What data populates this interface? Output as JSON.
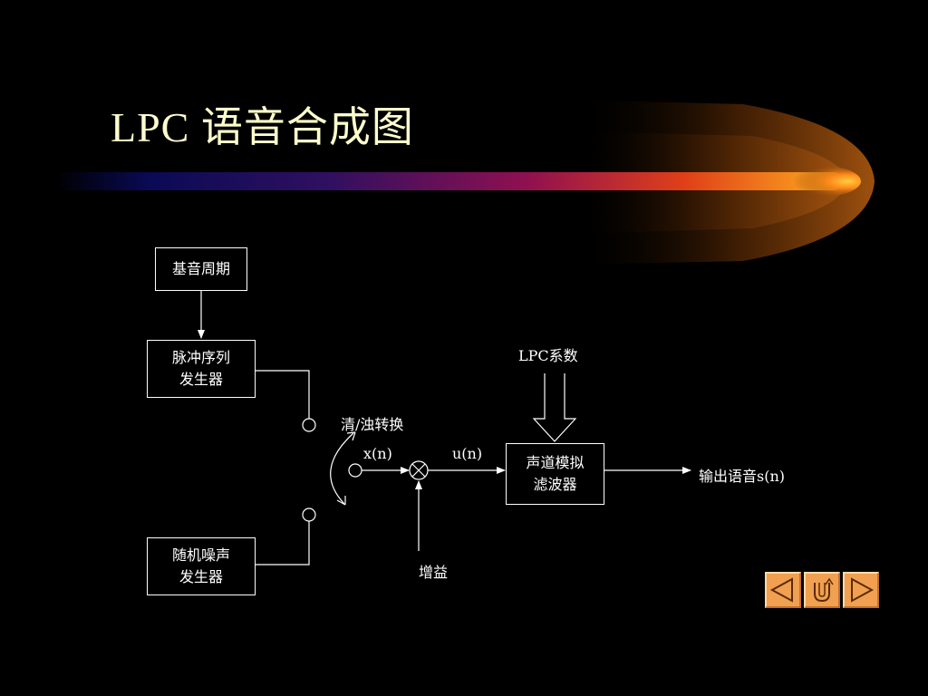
{
  "slide": {
    "title": "LPC 语音合成图"
  },
  "diagram": {
    "pitch_period": "基音周期",
    "pulse_gen_line1": "脉冲序列",
    "pulse_gen_line2": "发生器",
    "noise_gen_line1": "随机噪声",
    "noise_gen_line2": "发生器",
    "switch_label": "清/浊转换",
    "xn_label": "x(n)",
    "un_label": "u(n)",
    "gain_label": "增益",
    "lpc_coef_label": "LPC系数",
    "filter_line1": "声道模拟",
    "filter_line2": "滤波器",
    "output_label": "输出语音s(n)"
  },
  "colors": {
    "title": "#ffffcc",
    "nav_button": "#f0a050",
    "accent_orange": "#ff9a1a"
  },
  "nav": {
    "prev_icon": "triangle-left-icon",
    "return_icon": "u-turn-icon",
    "next_icon": "triangle-right-icon"
  }
}
